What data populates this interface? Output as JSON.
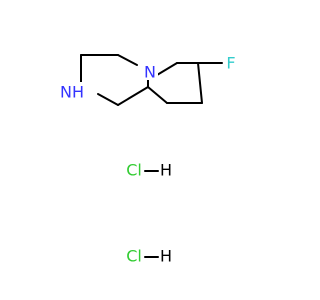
{
  "structure": {
    "atoms": {
      "n_ring": "N",
      "nh": "NH",
      "fluorine": "F"
    },
    "salts": [
      {
        "cl": "Cl",
        "h": "H"
      },
      {
        "cl": "Cl",
        "h": "H"
      }
    ]
  },
  "colors": {
    "bond": "#000000",
    "nitrogen": "#3333ff",
    "fluorine": "#33cccc",
    "chlorine": "#33cc33",
    "hydrogen": "#000000"
  }
}
